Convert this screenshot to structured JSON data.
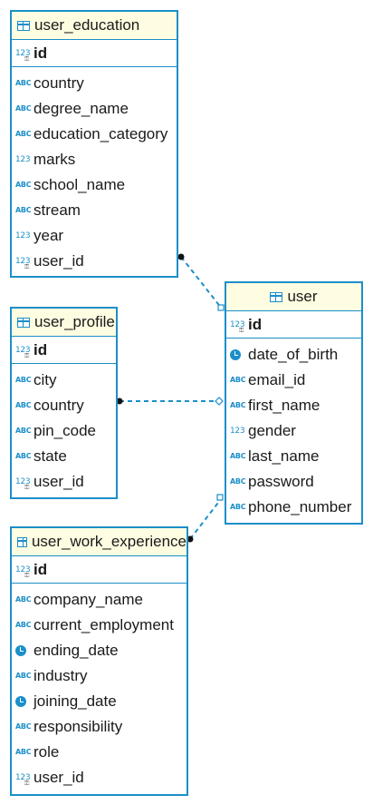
{
  "tables": {
    "user_education": {
      "name": "user_education",
      "pk": "id",
      "columns": [
        "country",
        "degree_name",
        "education_category",
        "marks",
        "school_name",
        "stream",
        "year",
        "user_id"
      ]
    },
    "user_profile": {
      "name": "user_profile",
      "pk": "id",
      "columns": [
        "city",
        "country",
        "pin_code",
        "state",
        "user_id"
      ]
    },
    "user": {
      "name": "user",
      "pk": "id",
      "columns": [
        "date_of_birth",
        "email_id",
        "first_name",
        "gender",
        "last_name",
        "password",
        "phone_number"
      ]
    },
    "user_work_experience": {
      "name": "user_work_experience",
      "pk": "id",
      "columns": [
        "company_name",
        "current_employment",
        "ending_date",
        "industry",
        "joining_date",
        "responsibility",
        "role",
        "user_id"
      ]
    }
  },
  "colors": {
    "border": "#1b8fc9",
    "header_bg": "#fffde1",
    "link": "#1b8fc9"
  },
  "type_icons": {
    "string": "ABC",
    "number": "123",
    "date": "clock-icon"
  }
}
